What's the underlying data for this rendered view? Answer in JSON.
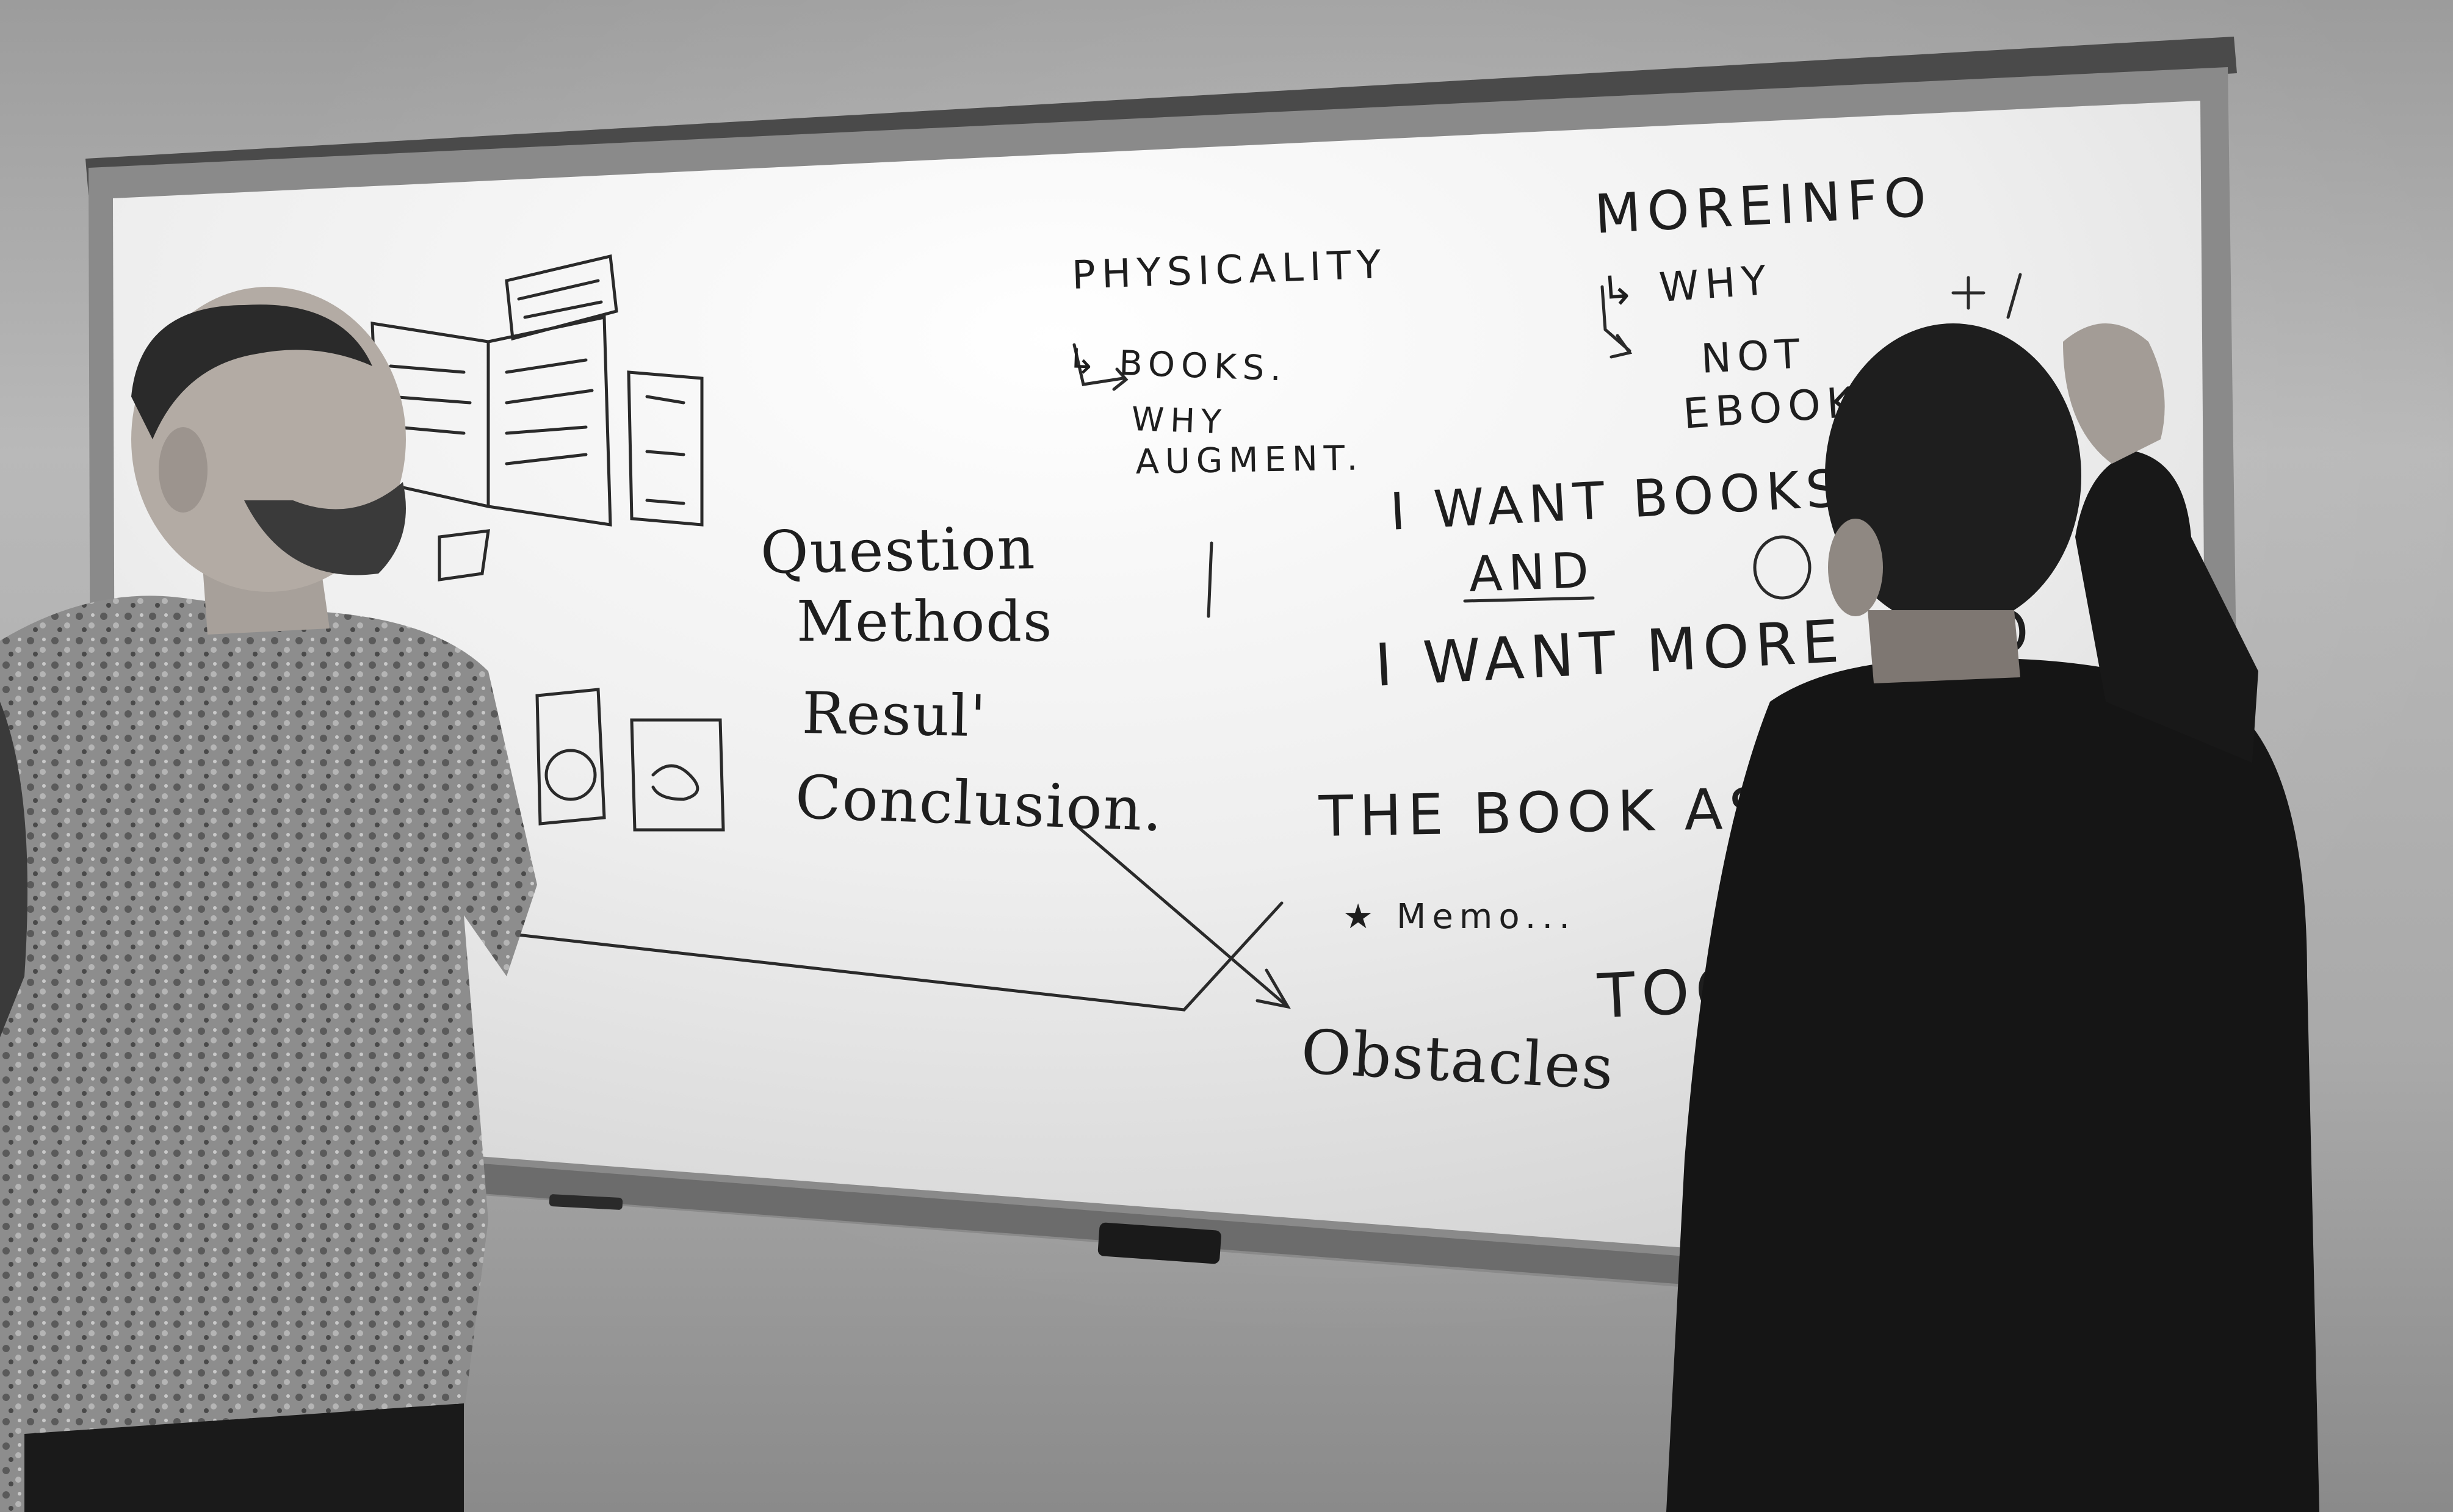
{
  "scene": {
    "description_free": true
  },
  "whiteboard": {
    "physicality": {
      "title": "PHYSICALITY",
      "line1": "↳ BOOKS.",
      "line2": "WHY",
      "line3": "AUGMENT."
    },
    "more_info": {
      "title": "MOREINFO",
      "line1": "↳ WHY",
      "line2": "NOT",
      "line3": "EBOOKS"
    },
    "plus_minus": "+ /",
    "structure": {
      "item1": "Question",
      "item2": "Methods",
      "item3": "Resul'",
      "item4": "Conclusion."
    },
    "want_books": "I WANT BOOKS",
    "and": "AND",
    "circle_o": "O",
    "want_more_info": "I WANT MORE INFO",
    "book_as": "THE BOOK AS A F",
    "memory": "★ Memo...",
    "tool": "TOO",
    "obstacles": "Obstacles"
  },
  "colors": {
    "ink": "#1e1e1e",
    "board": "#f2f2f2",
    "frame": "#7d7d7d",
    "shirt_dark": "#141414",
    "skin": "#b9b0a8"
  }
}
